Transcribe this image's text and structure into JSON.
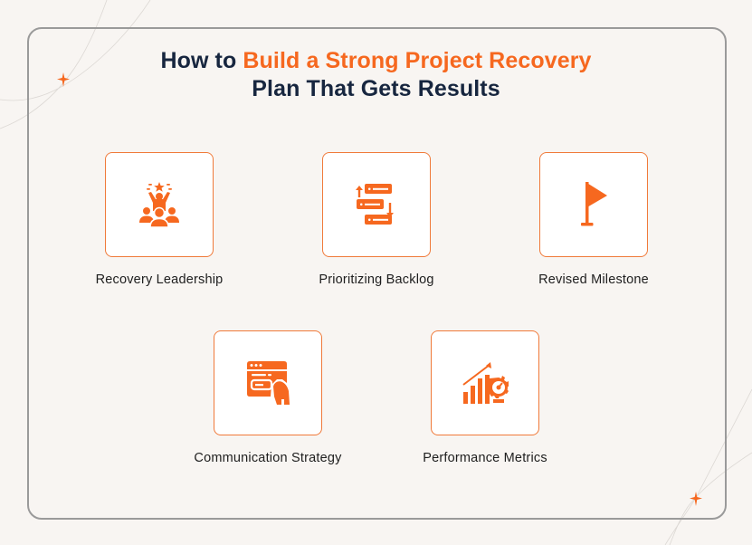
{
  "page": {
    "title_part1": "How to ",
    "title_accent": "Build a Strong Project Recovery",
    "title_part2": "Plan That Gets Results"
  },
  "colors": {
    "accent": "#f6681f",
    "title_dark": "#17263f",
    "background": "#f8f5f2",
    "frame_border": "#9a9a9a",
    "card_border": "#f07a3a"
  },
  "items": [
    {
      "label": "Recovery Leadership",
      "icon": "team-leader-star-icon"
    },
    {
      "label": "Prioritizing Backlog",
      "icon": "sort-list-arrows-icon"
    },
    {
      "label": "Revised Milestone",
      "icon": "flag-icon"
    },
    {
      "label": "Communication Strategy",
      "icon": "browser-hand-pointer-icon"
    },
    {
      "label": "Performance Metrics",
      "icon": "growth-chart-gauge-icon"
    }
  ]
}
